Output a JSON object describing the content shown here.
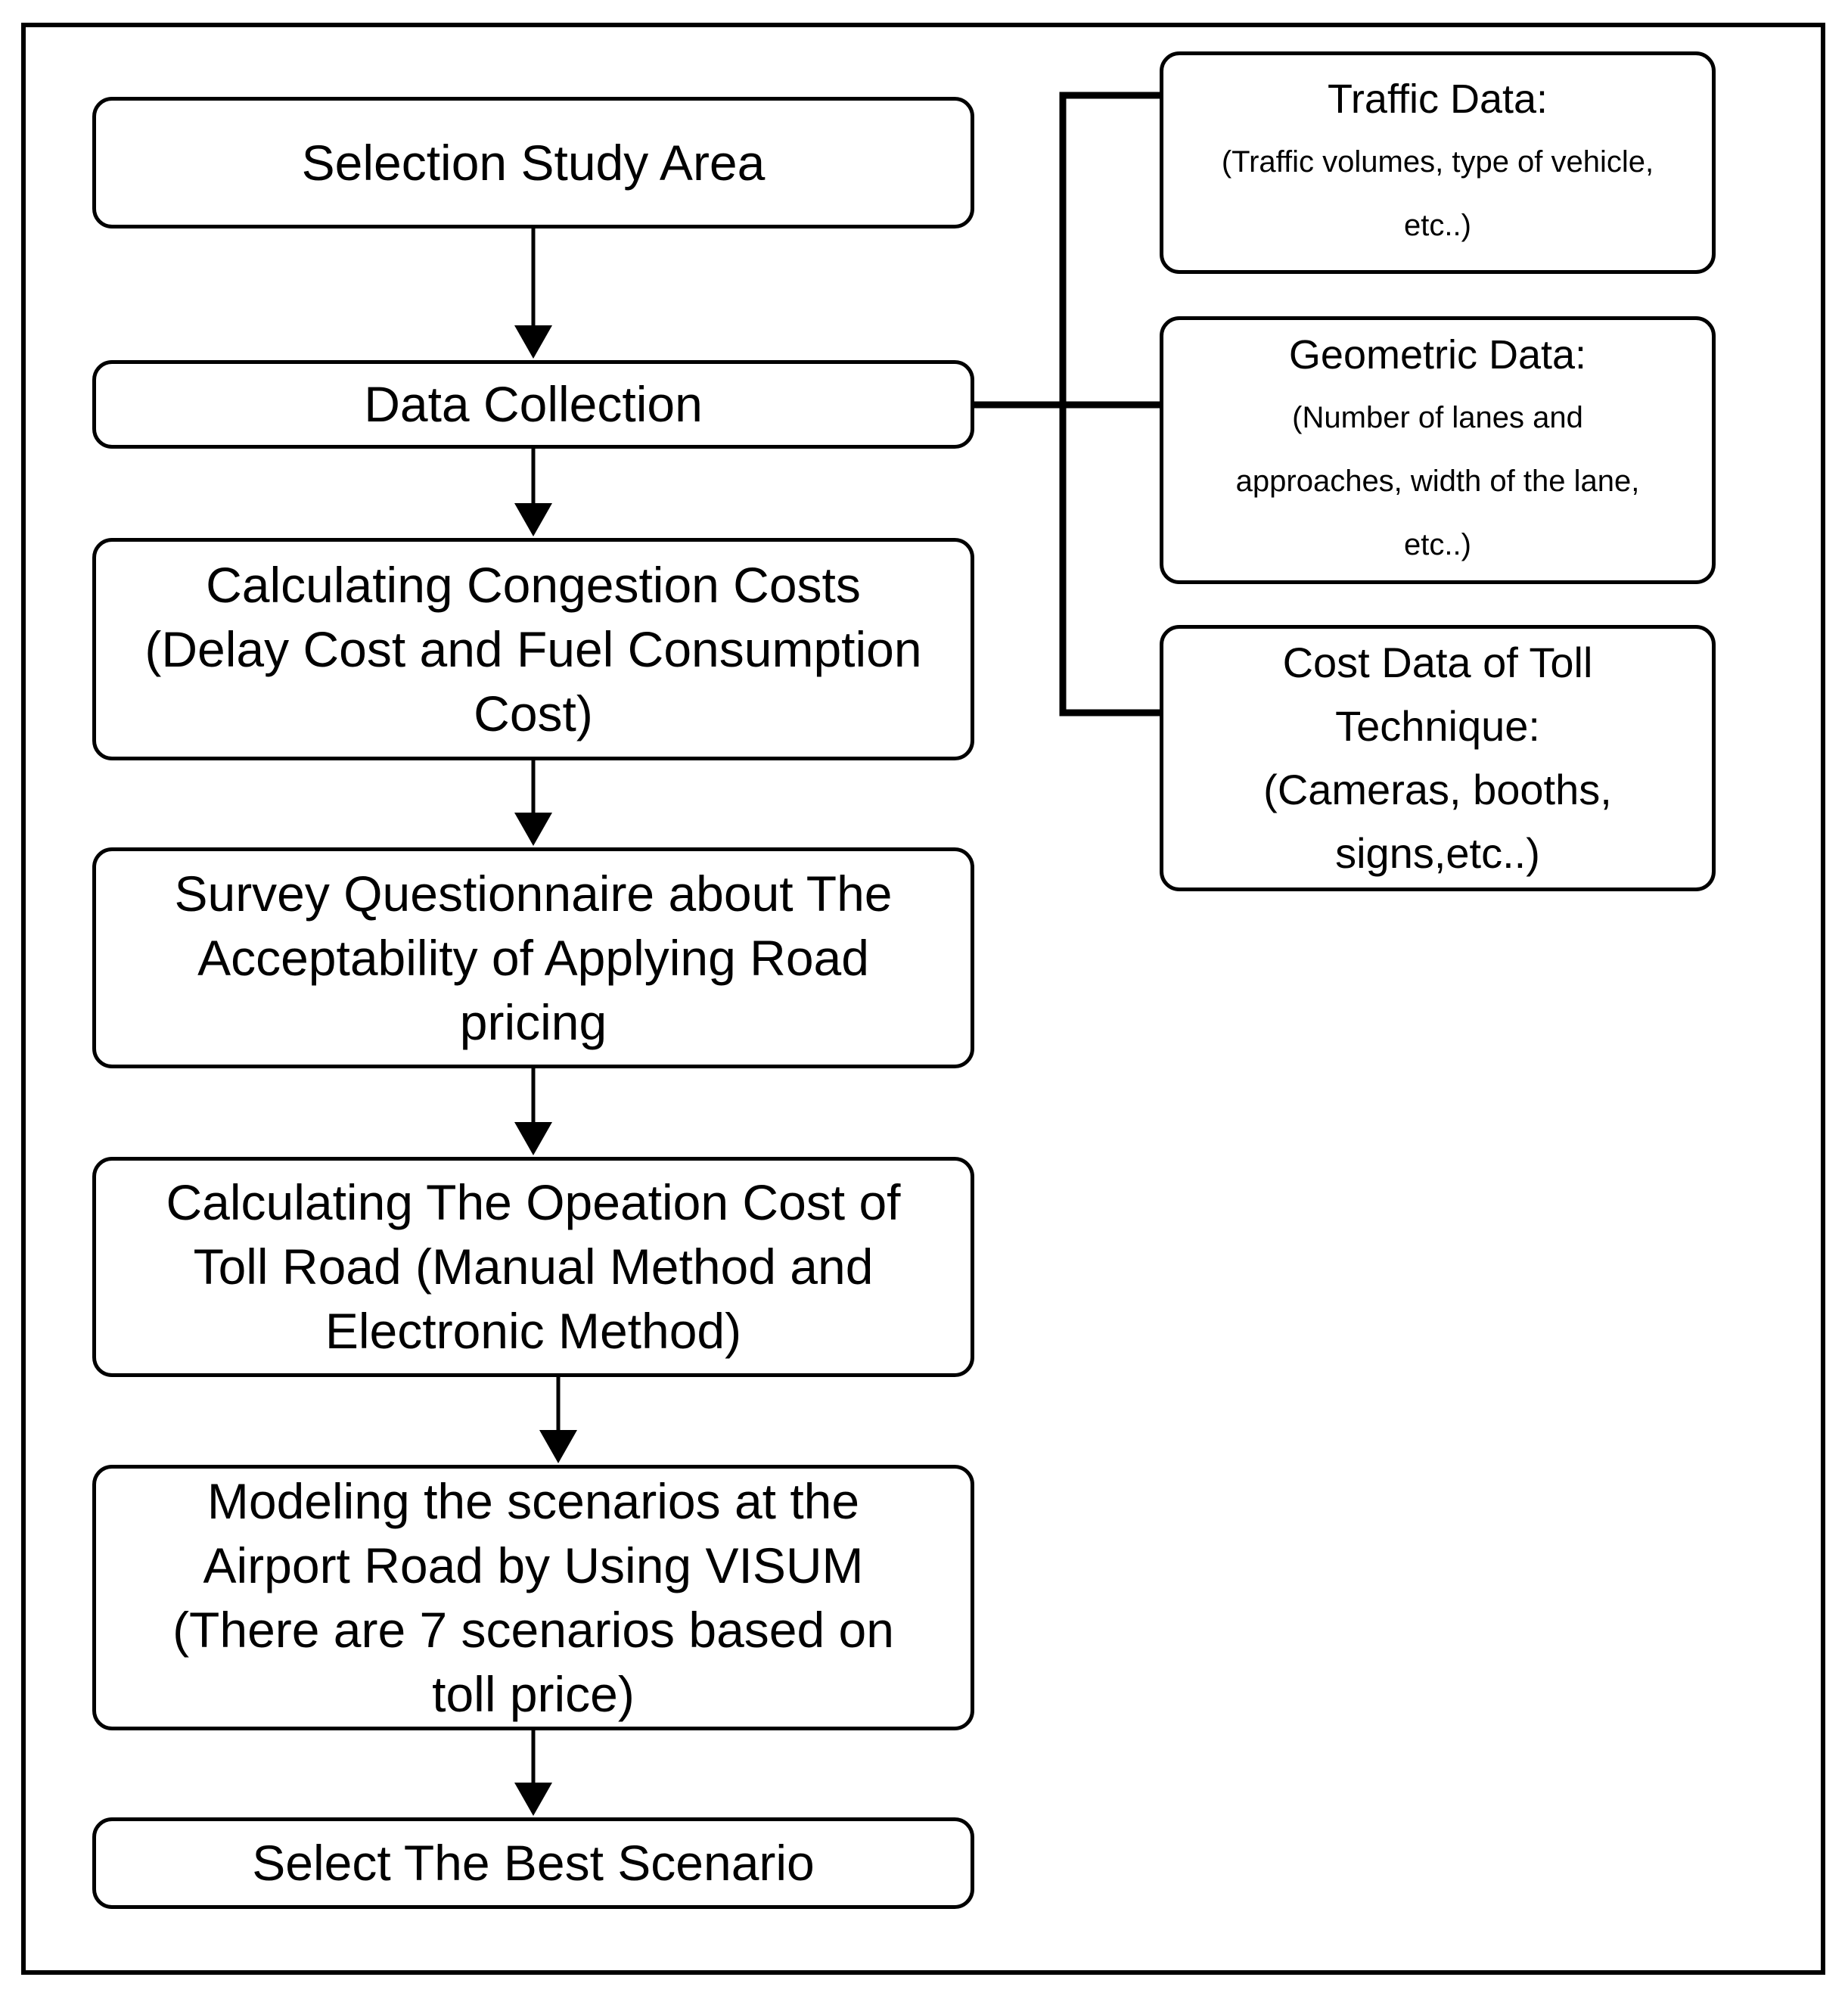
{
  "flow": {
    "steps": [
      {
        "lines": [
          "Selection Study Area"
        ]
      },
      {
        "lines": [
          "Data Collection"
        ]
      },
      {
        "lines": [
          "Calculating Congestion Costs",
          "(Delay Cost and Fuel Consumption",
          "Cost)"
        ]
      },
      {
        "lines": [
          "Survey Questionnaire about The",
          "Acceptability of Applying Road",
          "pricing"
        ]
      },
      {
        "lines": [
          "Calculating The Opeation Cost of",
          "Toll Road (Manual Method and",
          "Electronic Method)"
        ]
      },
      {
        "lines": [
          "Modeling the scenarios at the",
          "Airport Road by Using VISUM",
          "(There are 7 scenarios based on",
          "toll price)"
        ]
      },
      {
        "lines": [
          "Select The Best Scenario"
        ]
      }
    ]
  },
  "data_sources": {
    "traffic": {
      "title": "Traffic Data:",
      "details": [
        "(Traffic volumes, type of vehicle,",
        "etc..)"
      ]
    },
    "geometric": {
      "title": "Geometric Data:",
      "details": [
        "(Number of lanes and",
        "approaches, width of the lane,",
        "etc..)"
      ]
    },
    "cost": {
      "lines": [
        "Cost Data of Toll",
        "Technique:",
        "(Cameras, booths,",
        "signs,etc..)"
      ]
    }
  }
}
